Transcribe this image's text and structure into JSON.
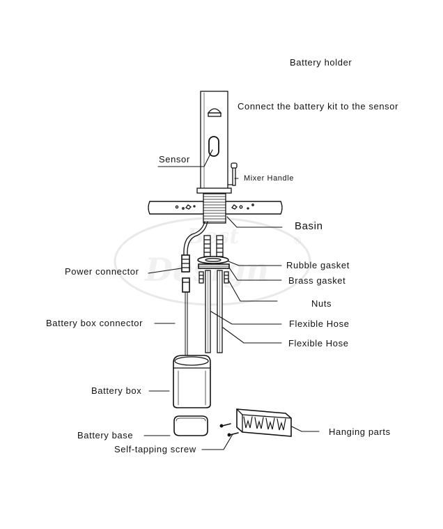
{
  "labels": {
    "battery_holder": "Battery holder",
    "connect_kit": "Connect the battery kit to the sensor",
    "sensor": "Sensor",
    "mixer_handle": "Mixer Handle",
    "basin": "Basin",
    "power_connector": "Power connector",
    "rubble_gasket": "Rubble gasket",
    "brass_gasket": "Brass gasket",
    "nuts": "Nuts",
    "battery_box_connector": "Battery box connector",
    "flexible_hose_1": "Flexible Hose",
    "flexible_hose_2": "Flexible Hose",
    "battery_box": "Battery box",
    "hanging_parts": "Hanging parts",
    "battery_base": "Battery base",
    "self_tapping_screw": "Self-tapping screw"
  },
  "watermark": {
    "line1": "Best",
    "line2": "Design",
    "mark": "®"
  },
  "colors": {
    "ink": "#111111",
    "watermark": "#bdbdbd"
  }
}
